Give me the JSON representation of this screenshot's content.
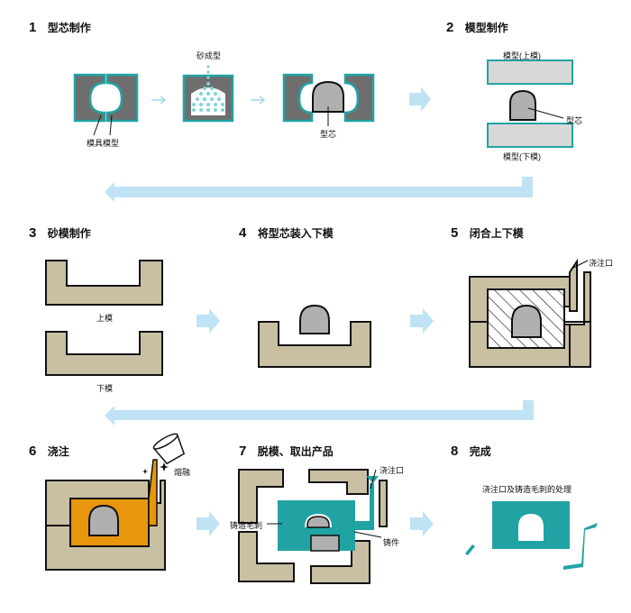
{
  "steps": [
    {
      "num": "1",
      "title": "型芯制作"
    },
    {
      "num": "2",
      "title": "模型制作"
    },
    {
      "num": "3",
      "title": "砂模制作"
    },
    {
      "num": "4",
      "title": "将型芯装入下模"
    },
    {
      "num": "5",
      "title": "闭合上下模"
    },
    {
      "num": "6",
      "title": "浇注"
    },
    {
      "num": "7",
      "title": "脱模、取出产品"
    },
    {
      "num": "8",
      "title": "完成"
    }
  ],
  "labels": {
    "mold_pattern": "模具模型",
    "sand_fill": "砂成型",
    "core": "型芯",
    "pattern_upper": "模型(上模)",
    "pattern_lower": "模型(下模)",
    "core_2": "型芯",
    "upper_mold": "上模",
    "lower_mold": "下模",
    "sprue_5": "浇注口",
    "molten": "熔融",
    "sprue_7": "浇注口",
    "burr": "铸造毛刺",
    "casting": "铸件",
    "finish_note": "浇注口及铸造毛刺的处理"
  },
  "colors": {
    "mold_gray": "#6e6e6e",
    "teal": "#21a3a3",
    "sand": "#c9bfa3",
    "core_gray": "#b0b0b0",
    "arrow_blue": "#bfe3f4",
    "molten_orange": "#e8960c",
    "sand_dots": "#7fd4dc"
  }
}
